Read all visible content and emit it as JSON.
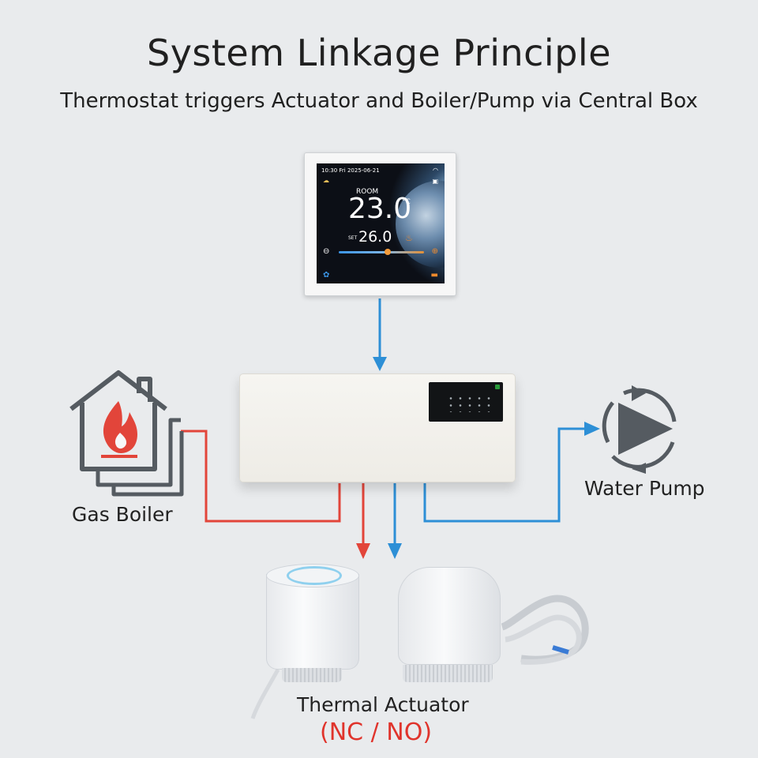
{
  "header": {
    "title": "System Linkage Principle",
    "subtitle": "Thermostat triggers Actuator and Boiler/Pump via Central Box"
  },
  "thermostat": {
    "time": "10:30 Fri 2025-06-21",
    "room_label": "ROOM",
    "room_temp": "23.0",
    "unit": "°C",
    "set_label": "SET",
    "set_temp": "26.0"
  },
  "labels": {
    "gas_boiler": "Gas Boiler",
    "water_pump": "Water Pump",
    "thermal_actuator": "Thermal Actuator",
    "actuator_mode": "(NC / NO)"
  },
  "colors": {
    "heating_line": "#e2453a",
    "signal_line": "#2d8fd6",
    "icon_gray": "#555b61",
    "flame_red": "#e2453a"
  },
  "icons": {
    "boiler": "house-flame-icon",
    "pump": "pump-play-icon",
    "wifi": "wifi-icon"
  }
}
